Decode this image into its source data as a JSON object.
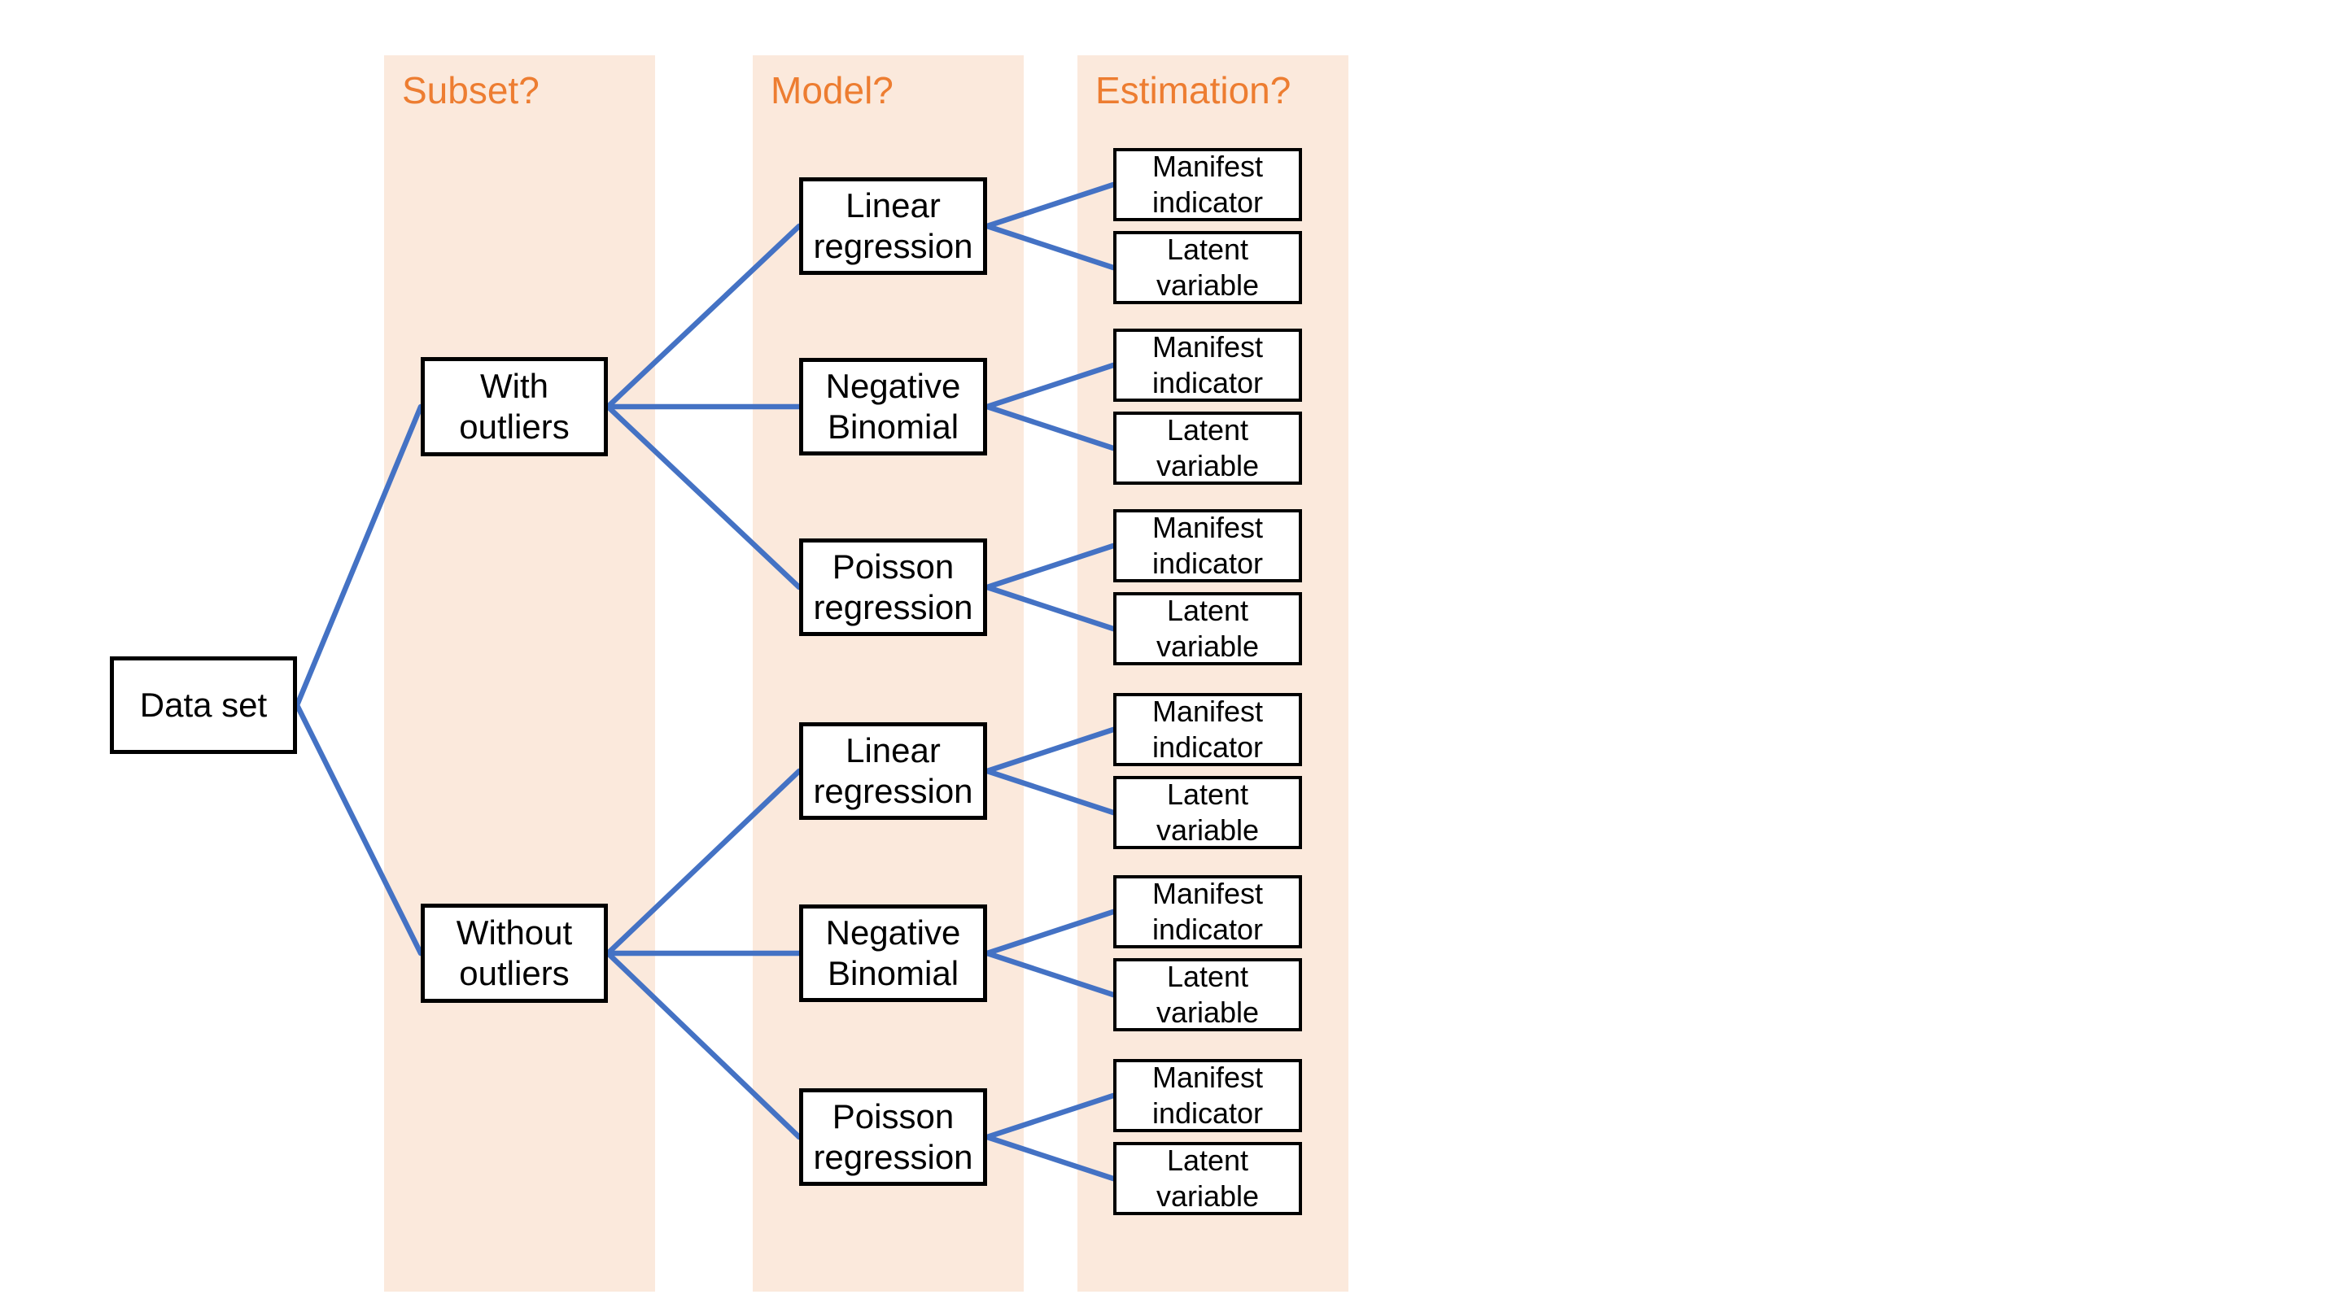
{
  "columns": [
    {
      "label": "Subset?"
    },
    {
      "label": "Model?"
    },
    {
      "label": "Estimation?"
    }
  ],
  "tree": {
    "root": {
      "label": "Data set"
    },
    "subsets": [
      {
        "label": "With\noutliers",
        "models": [
          {
            "label": "Linear\nregression",
            "estimations": [
              {
                "label": "Manifest\nindicator"
              },
              {
                "label": "Latent\nvariable"
              }
            ]
          },
          {
            "label": "Negative\nBinomial",
            "estimations": [
              {
                "label": "Manifest\nindicator"
              },
              {
                "label": "Latent\nvariable"
              }
            ]
          },
          {
            "label": "Poisson\nregression",
            "estimations": [
              {
                "label": "Manifest\nindicator"
              },
              {
                "label": "Latent\nvariable"
              }
            ]
          }
        ]
      },
      {
        "label": "Without\noutliers",
        "models": [
          {
            "label": "Linear\nregression",
            "estimations": [
              {
                "label": "Manifest\nindicator"
              },
              {
                "label": "Latent\nvariable"
              }
            ]
          },
          {
            "label": "Negative\nBinomial",
            "estimations": [
              {
                "label": "Manifest\nindicator"
              },
              {
                "label": "Latent\nvariable"
              }
            ]
          },
          {
            "label": "Poisson\nregression",
            "estimations": [
              {
                "label": "Manifest\nindicator"
              },
              {
                "label": "Latent\nvariable"
              }
            ]
          }
        ]
      }
    ]
  },
  "colors": {
    "band": "#FBE9DC",
    "header_text": "#ED7D31",
    "edge": "#4472C4",
    "node_border": "#000000",
    "node_fill": "#FFFFFF",
    "node_text": "#000000",
    "background": "#FFFFFF"
  }
}
